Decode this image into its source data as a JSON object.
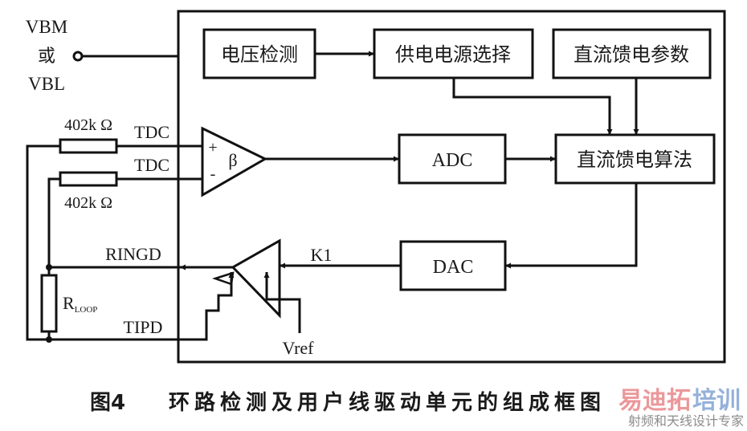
{
  "diagram": {
    "title": "环路检测及用户线驱动单元的组成框图",
    "figure_label": "图4",
    "input_terminal": {
      "label_top": "VBM",
      "label_mid": "或",
      "label_bottom": "VBL"
    },
    "blocks": {
      "voltage_detect": "电压检测",
      "supply_select": "供电电源选择",
      "dc_feed_params": "直流馈电参数",
      "adc": "ADC",
      "dc_feed_algorithm": "直流馈电算法",
      "dac": "DAC"
    },
    "amplifier": {
      "gain_symbol": "β",
      "plus": "+",
      "minus": "-"
    },
    "signals": {
      "tdc_top": "TDC",
      "tdc_bottom": "TDC",
      "ringd": "RINGD",
      "tipd": "TIPD",
      "k1": "K1",
      "vref": "Vref"
    },
    "resistors": {
      "top": "402k Ω",
      "bottom": "402k Ω",
      "loop_main": "R",
      "loop_sub": "LOOP"
    },
    "watermark": {
      "brand_red": "易迪拓",
      "brand_blue": "培训",
      "tagline": "射频和天线设计专家",
      "color_red": "#e8878a",
      "color_blue": "#8aa9d6",
      "color_tagline": "#8c8c8c"
    }
  }
}
